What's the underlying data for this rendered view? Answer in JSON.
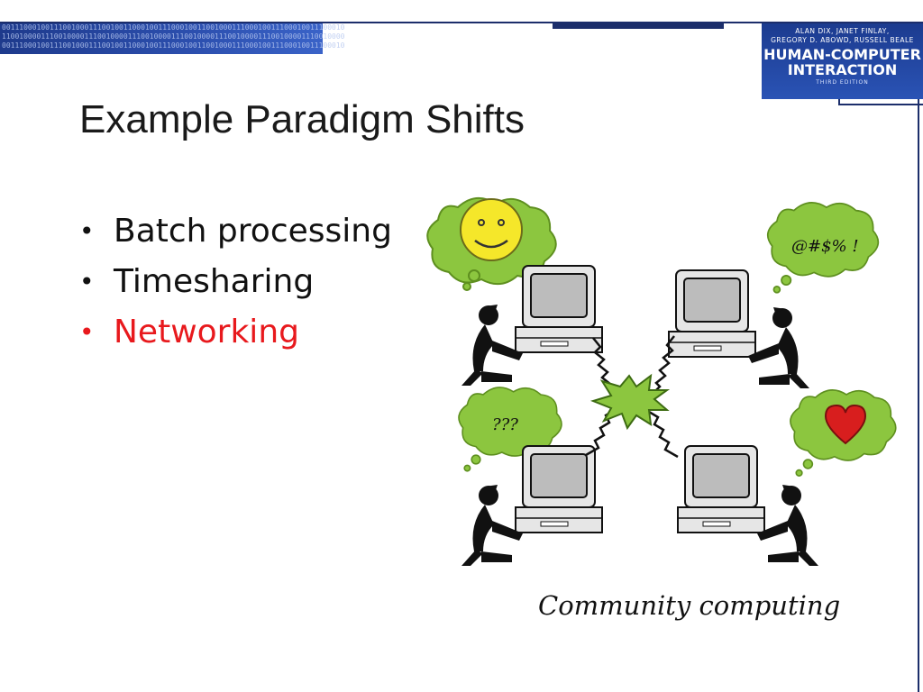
{
  "header": {
    "binary_rows": [
      "0011100010011100100011100100110001001110001001100100011100010011100010011100010",
      "1100100001110010000111001000011100100001110010000111001000011100100001110010000"
    ],
    "book": {
      "authors_line1": "ALAN DIX, JANET FINLAY,",
      "authors_line2": "GREGORY D. ABOWD, RUSSELL BEALE",
      "title_line1": "HUMAN-COMPUTER",
      "title_line2": "INTERACTION",
      "edition": "THIRD EDITION"
    }
  },
  "slide": {
    "title": "Example Paradigm Shifts",
    "bullets": [
      {
        "text": "Batch processing",
        "active": false
      },
      {
        "text": "Timesharing",
        "active": false
      },
      {
        "text": "Networking",
        "active": true
      }
    ],
    "illustration": {
      "bubble_top_right": "@#$% !",
      "bubble_mid_left": "???",
      "bubble_top_left_icon": "smiley-face-icon",
      "bubble_bottom_right_icon": "heart-icon"
    },
    "caption": "Community computing"
  },
  "colors": {
    "accent_red": "#e8191d",
    "bubble_green": "#8cc63f",
    "brand_blue": "#1c3b8f"
  }
}
